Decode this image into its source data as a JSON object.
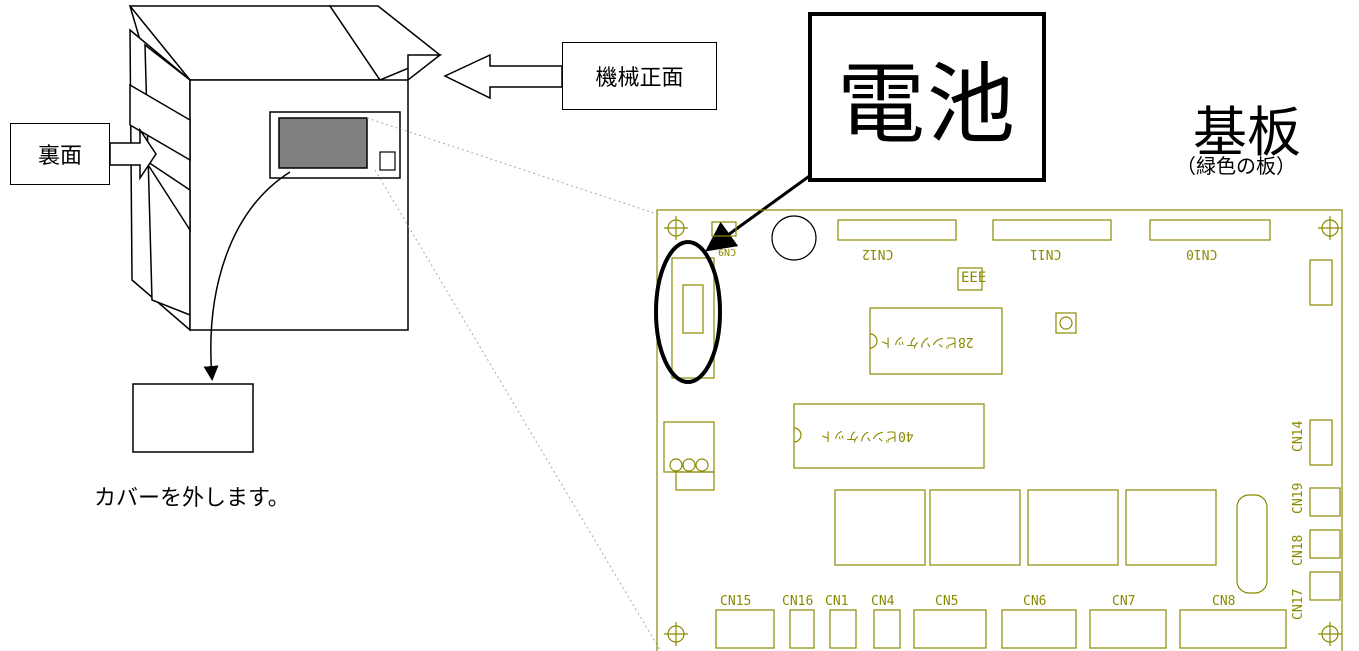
{
  "labels": {
    "back": "裏面",
    "front": "機械正面",
    "battery": "電池",
    "board_title": "基板",
    "board_subtitle": "（緑色の板）",
    "cover_note": "カバーを外します。"
  },
  "pcb": {
    "top_connectors": [
      "CN12",
      "CN11",
      "CN10"
    ],
    "battery_connector": "CN9",
    "chip_28": "28ピンソケット",
    "chip_40": "40ピンソケット",
    "bottom_connectors": [
      "CN15",
      "CN16",
      "CN1",
      "CN4",
      "CN5",
      "CN6",
      "CN7",
      "CN8"
    ],
    "side_connectors": [
      "CN14",
      "CN19",
      "CN18",
      "CN17"
    ],
    "dip_switch": "EEE"
  },
  "colors": {
    "pcb_line": "#8a8a00",
    "ink": "#000000",
    "panel_gray": "#808080"
  }
}
